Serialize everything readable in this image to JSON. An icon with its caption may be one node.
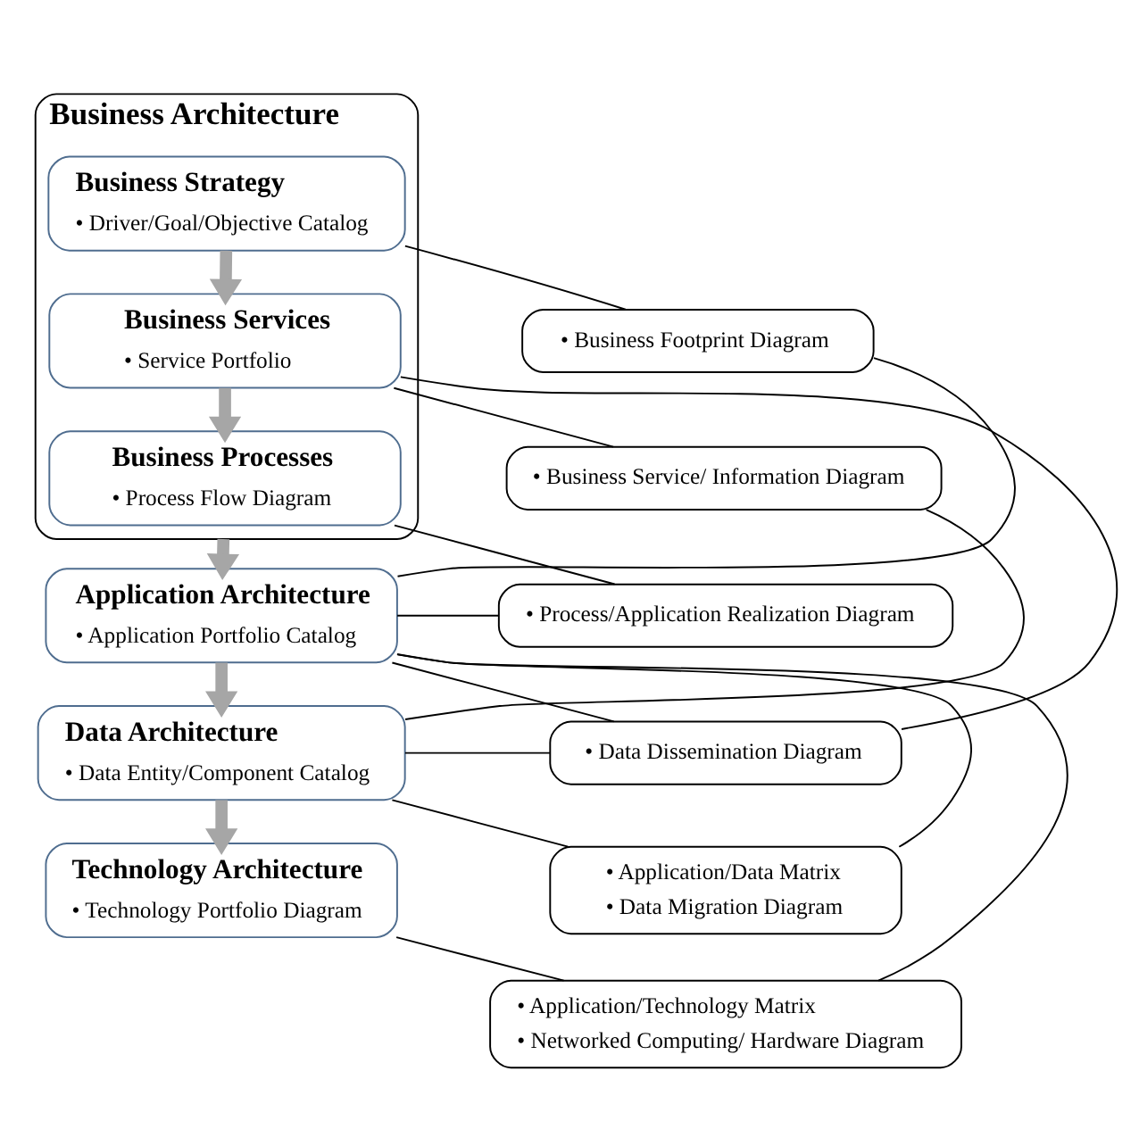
{
  "diagram": {
    "nodes": [
      {
        "text": [
          "Business Architecture"
        ]
      },
      {
        "text": [
          "Business Strategy",
          "• Driver/Goal/Objective Catalog"
        ],
        "in": 0
      },
      {
        "text": [
          "Business Services",
          "• Service Portfolio"
        ],
        "in": 0
      },
      {
        "text": [
          "Business Processes",
          "• Process Flow Diagram"
        ],
        "in": 0
      },
      {
        "text": [
          "Application Architecture",
          "• Application Portfolio Catalog"
        ]
      },
      {
        "text": [
          "Data Architecture",
          "• Data Entity/Component Catalog"
        ]
      },
      {
        "text": [
          "Technology Architecture",
          "• Technology Portfolio Diagram"
        ]
      },
      {
        "text": [
          "• Business Footprint Diagram"
        ]
      },
      {
        "text": [
          "• Business Service/ Information Diagram"
        ]
      },
      {
        "text": [
          "• Process/Application Realization Diagram"
        ]
      },
      {
        "text": [
          "• Data Dissemination Diagram"
        ]
      },
      {
        "text": [
          "• Application/Data Matrix",
          "• Data Migration Diagram"
        ]
      },
      {
        "text": [
          "• Application/Technology Matrix",
          "• Networked Computing/ Hardware Diagram"
        ]
      }
    ],
    "edges": [
      {
        "from": 1,
        "to": 2,
        "arrow": "to",
        "style": "thick",
        "color": "#a6a6a6"
      },
      {
        "from": 2,
        "to": 3,
        "arrow": "to",
        "style": "thick",
        "color": "#a6a6a6"
      },
      {
        "from": 0,
        "to": 4,
        "arrow": "to",
        "style": "thick",
        "color": "#a6a6a6"
      },
      {
        "from": 4,
        "to": 5,
        "arrow": "to",
        "style": "thick",
        "color": "#a6a6a6"
      },
      {
        "from": 5,
        "to": 6,
        "arrow": "to",
        "style": "thick",
        "color": "#a6a6a6"
      },
      {
        "from": 1,
        "to": 7,
        "arrow": "none"
      },
      {
        "from": 2,
        "to": 8,
        "arrow": "none"
      },
      {
        "from": 2,
        "to": 10,
        "arrow": "none"
      },
      {
        "from": 3,
        "to": 9,
        "arrow": "none"
      },
      {
        "from": 4,
        "to": 7,
        "arrow": "none"
      },
      {
        "from": 4,
        "to": 9,
        "arrow": "none"
      },
      {
        "from": 4,
        "to": 10,
        "arrow": "none"
      },
      {
        "from": 4,
        "to": 11,
        "arrow": "none"
      },
      {
        "from": 4,
        "to": 12,
        "arrow": "none"
      },
      {
        "from": 5,
        "to": 8,
        "arrow": "none"
      },
      {
        "from": 5,
        "to": 10,
        "arrow": "none"
      },
      {
        "from": 5,
        "to": 11,
        "arrow": "none"
      },
      {
        "from": 6,
        "to": 12,
        "arrow": "none"
      }
    ]
  }
}
